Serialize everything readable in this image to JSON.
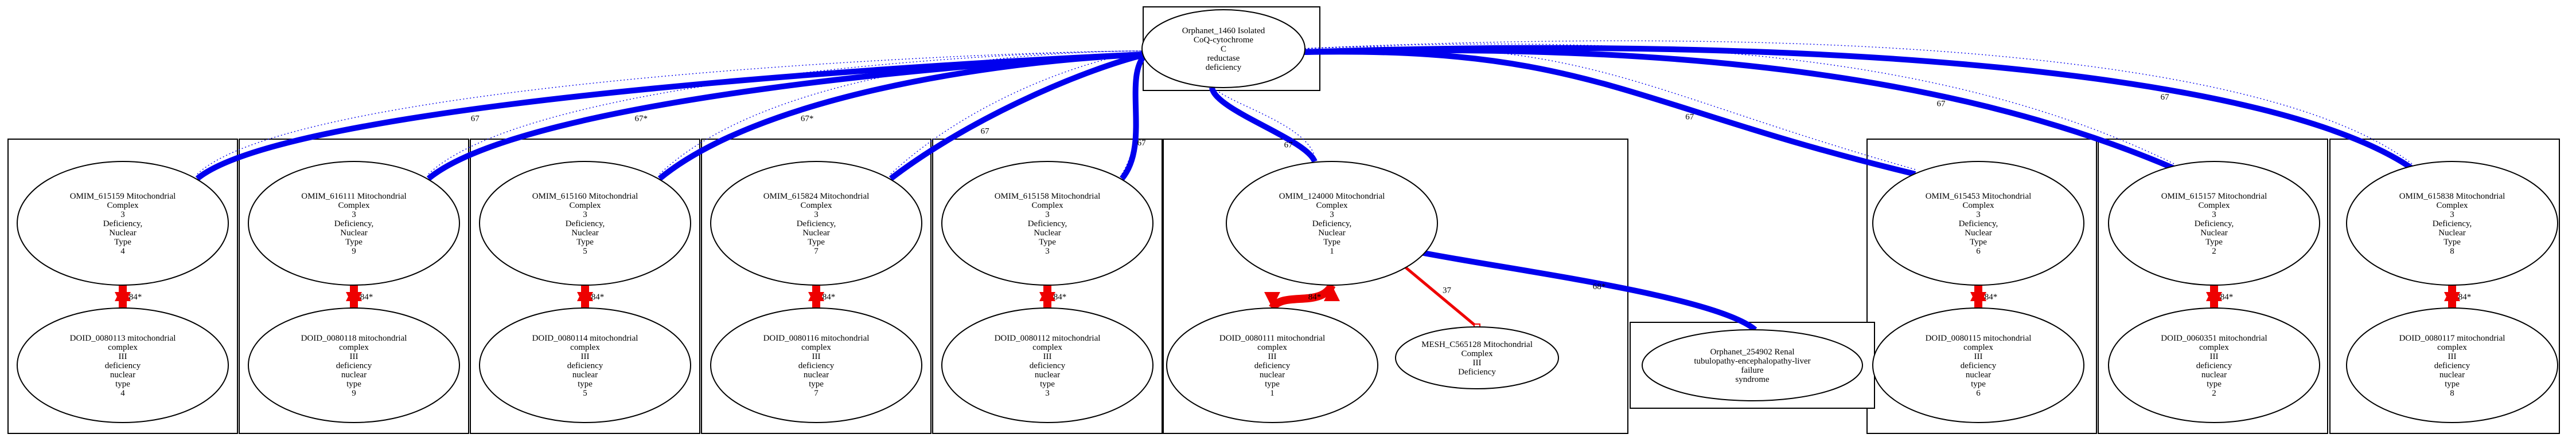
{
  "colors": {
    "blue": "#0000ee",
    "red": "#ee0000"
  },
  "root": {
    "lines": [
      "Orphanet_1460 Isolated",
      "CoQ-cytochrome",
      "C",
      "reductase",
      "deficiency"
    ]
  },
  "clusters": [
    {
      "top": [
        "OMIM_615159 Mitochondrial",
        "Complex",
        "3",
        "Deficiency,",
        "Nuclear",
        "Type",
        "4"
      ],
      "bottom": [
        "DOID_0080113 mitochondrial",
        "complex",
        "III",
        "deficiency",
        "nuclear",
        "type",
        "4"
      ],
      "edge_label": "67",
      "red_label": "84*"
    },
    {
      "top": [
        "OMIM_616111 Mitochondrial",
        "Complex",
        "3",
        "Deficiency,",
        "Nuclear",
        "Type",
        "9"
      ],
      "bottom": [
        "DOID_0080118 mitochondrial",
        "complex",
        "III",
        "deficiency",
        "nuclear",
        "type",
        "9"
      ],
      "edge_label": "67*",
      "red_label": "84*"
    },
    {
      "top": [
        "OMIM_615160 Mitochondrial",
        "Complex",
        "3",
        "Deficiency,",
        "Nuclear",
        "Type",
        "5"
      ],
      "bottom": [
        "DOID_0080114 mitochondrial",
        "complex",
        "III",
        "deficiency",
        "nuclear",
        "type",
        "5"
      ],
      "edge_label": "67*",
      "red_label": "84*"
    },
    {
      "top": [
        "OMIM_615824 Mitochondrial",
        "Complex",
        "3",
        "Deficiency,",
        "Nuclear",
        "Type",
        "7"
      ],
      "bottom": [
        "DOID_0080116 mitochondrial",
        "complex",
        "III",
        "deficiency",
        "nuclear",
        "type",
        "7"
      ],
      "edge_label": "67",
      "red_label": "84*"
    },
    {
      "top": [
        "OMIM_615158 Mitochondrial",
        "Complex",
        "3",
        "Deficiency,",
        "Nuclear",
        "Type",
        "3"
      ],
      "bottom": [
        "DOID_0080112 mitochondrial",
        "complex",
        "III",
        "deficiency",
        "nuclear",
        "type",
        "3"
      ],
      "edge_label": "67",
      "red_label": "84*"
    },
    {
      "top": [
        "OMIM_124000 Mitochondrial",
        "Complex",
        "3",
        "Deficiency,",
        "Nuclear",
        "Type",
        "1"
      ],
      "bottom": [
        "DOID_0080111 mitochondrial",
        "complex",
        "III",
        "deficiency",
        "nuclear",
        "type",
        "1"
      ],
      "edge_label": "67",
      "red_label": "84*",
      "extra": [
        "MESH_C565128 Mitochondrial",
        "Complex",
        "III",
        "Deficiency"
      ],
      "extra_label": "37"
    },
    {
      "top": [
        "OMIM_615453 Mitochondrial",
        "Complex",
        "3",
        "Deficiency,",
        "Nuclear",
        "Type",
        "6"
      ],
      "bottom": [
        "DOID_0080115 mitochondrial",
        "complex",
        "III",
        "deficiency",
        "nuclear",
        "type",
        "6"
      ],
      "edge_label": "67",
      "red_label": "84*"
    },
    {
      "top": [
        "OMIM_615157 Mitochondrial",
        "Complex",
        "3",
        "Deficiency,",
        "Nuclear",
        "Type",
        "2"
      ],
      "bottom": [
        "DOID_0060351 mitochondrial",
        "complex",
        "III",
        "deficiency",
        "nuclear",
        "type",
        "2"
      ],
      "edge_label": "67",
      "red_label": "84*"
    },
    {
      "top": [
        "OMIM_615838 Mitochondrial",
        "Complex",
        "3",
        "Deficiency,",
        "Nuclear",
        "Type",
        "8"
      ],
      "bottom": [
        "DOID_0080117 mitochondrial",
        "complex",
        "III",
        "deficiency",
        "nuclear",
        "type",
        "8"
      ],
      "edge_label": "67",
      "red_label": "84*"
    }
  ],
  "side_node": {
    "lines": [
      "Orphanet_254902 Renal",
      "tubulopathy-encephalopathy-liver",
      "failure",
      "syndrome"
    ],
    "edge_label": "68*"
  }
}
